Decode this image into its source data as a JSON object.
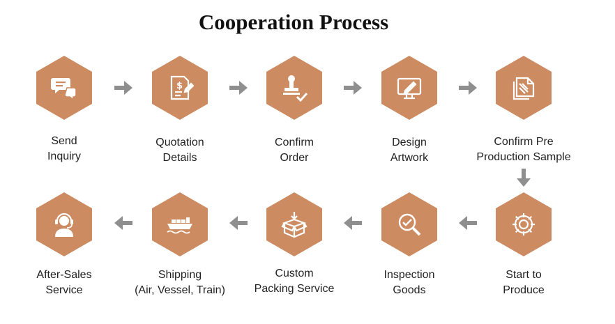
{
  "title": "Cooperation Process",
  "colors": {
    "hex": "#cd8b62",
    "icon": "#ffffff",
    "arrow": "#8f8f8f"
  },
  "steps": [
    {
      "icon": "chat-bubbles-icon",
      "line1": "Send",
      "line2": "Inquiry"
    },
    {
      "icon": "quotation-document-icon",
      "line1": "Quotation",
      "line2": "Details"
    },
    {
      "icon": "stamp-check-icon",
      "line1": "Confirm",
      "line2": "Order"
    },
    {
      "icon": "monitor-design-icon",
      "line1": "Design",
      "line2": "Artwork"
    },
    {
      "icon": "fabric-sample-icon",
      "line1": "Confirm Pre",
      "line2": "Production Sample"
    },
    {
      "icon": "gear-icon",
      "line1": "Start to",
      "line2": "Produce"
    },
    {
      "icon": "inspection-magnifier-icon",
      "line1": "Inspection",
      "line2": "Goods"
    },
    {
      "icon": "box-packing-icon",
      "line1": "Custom",
      "line2": "Packing Service"
    },
    {
      "icon": "cargo-ship-icon",
      "line1": "Shipping",
      "line2": "(Air, Vessel, Train)"
    },
    {
      "icon": "headset-agent-icon",
      "line1": "After-Sales",
      "line2": "Service"
    }
  ]
}
